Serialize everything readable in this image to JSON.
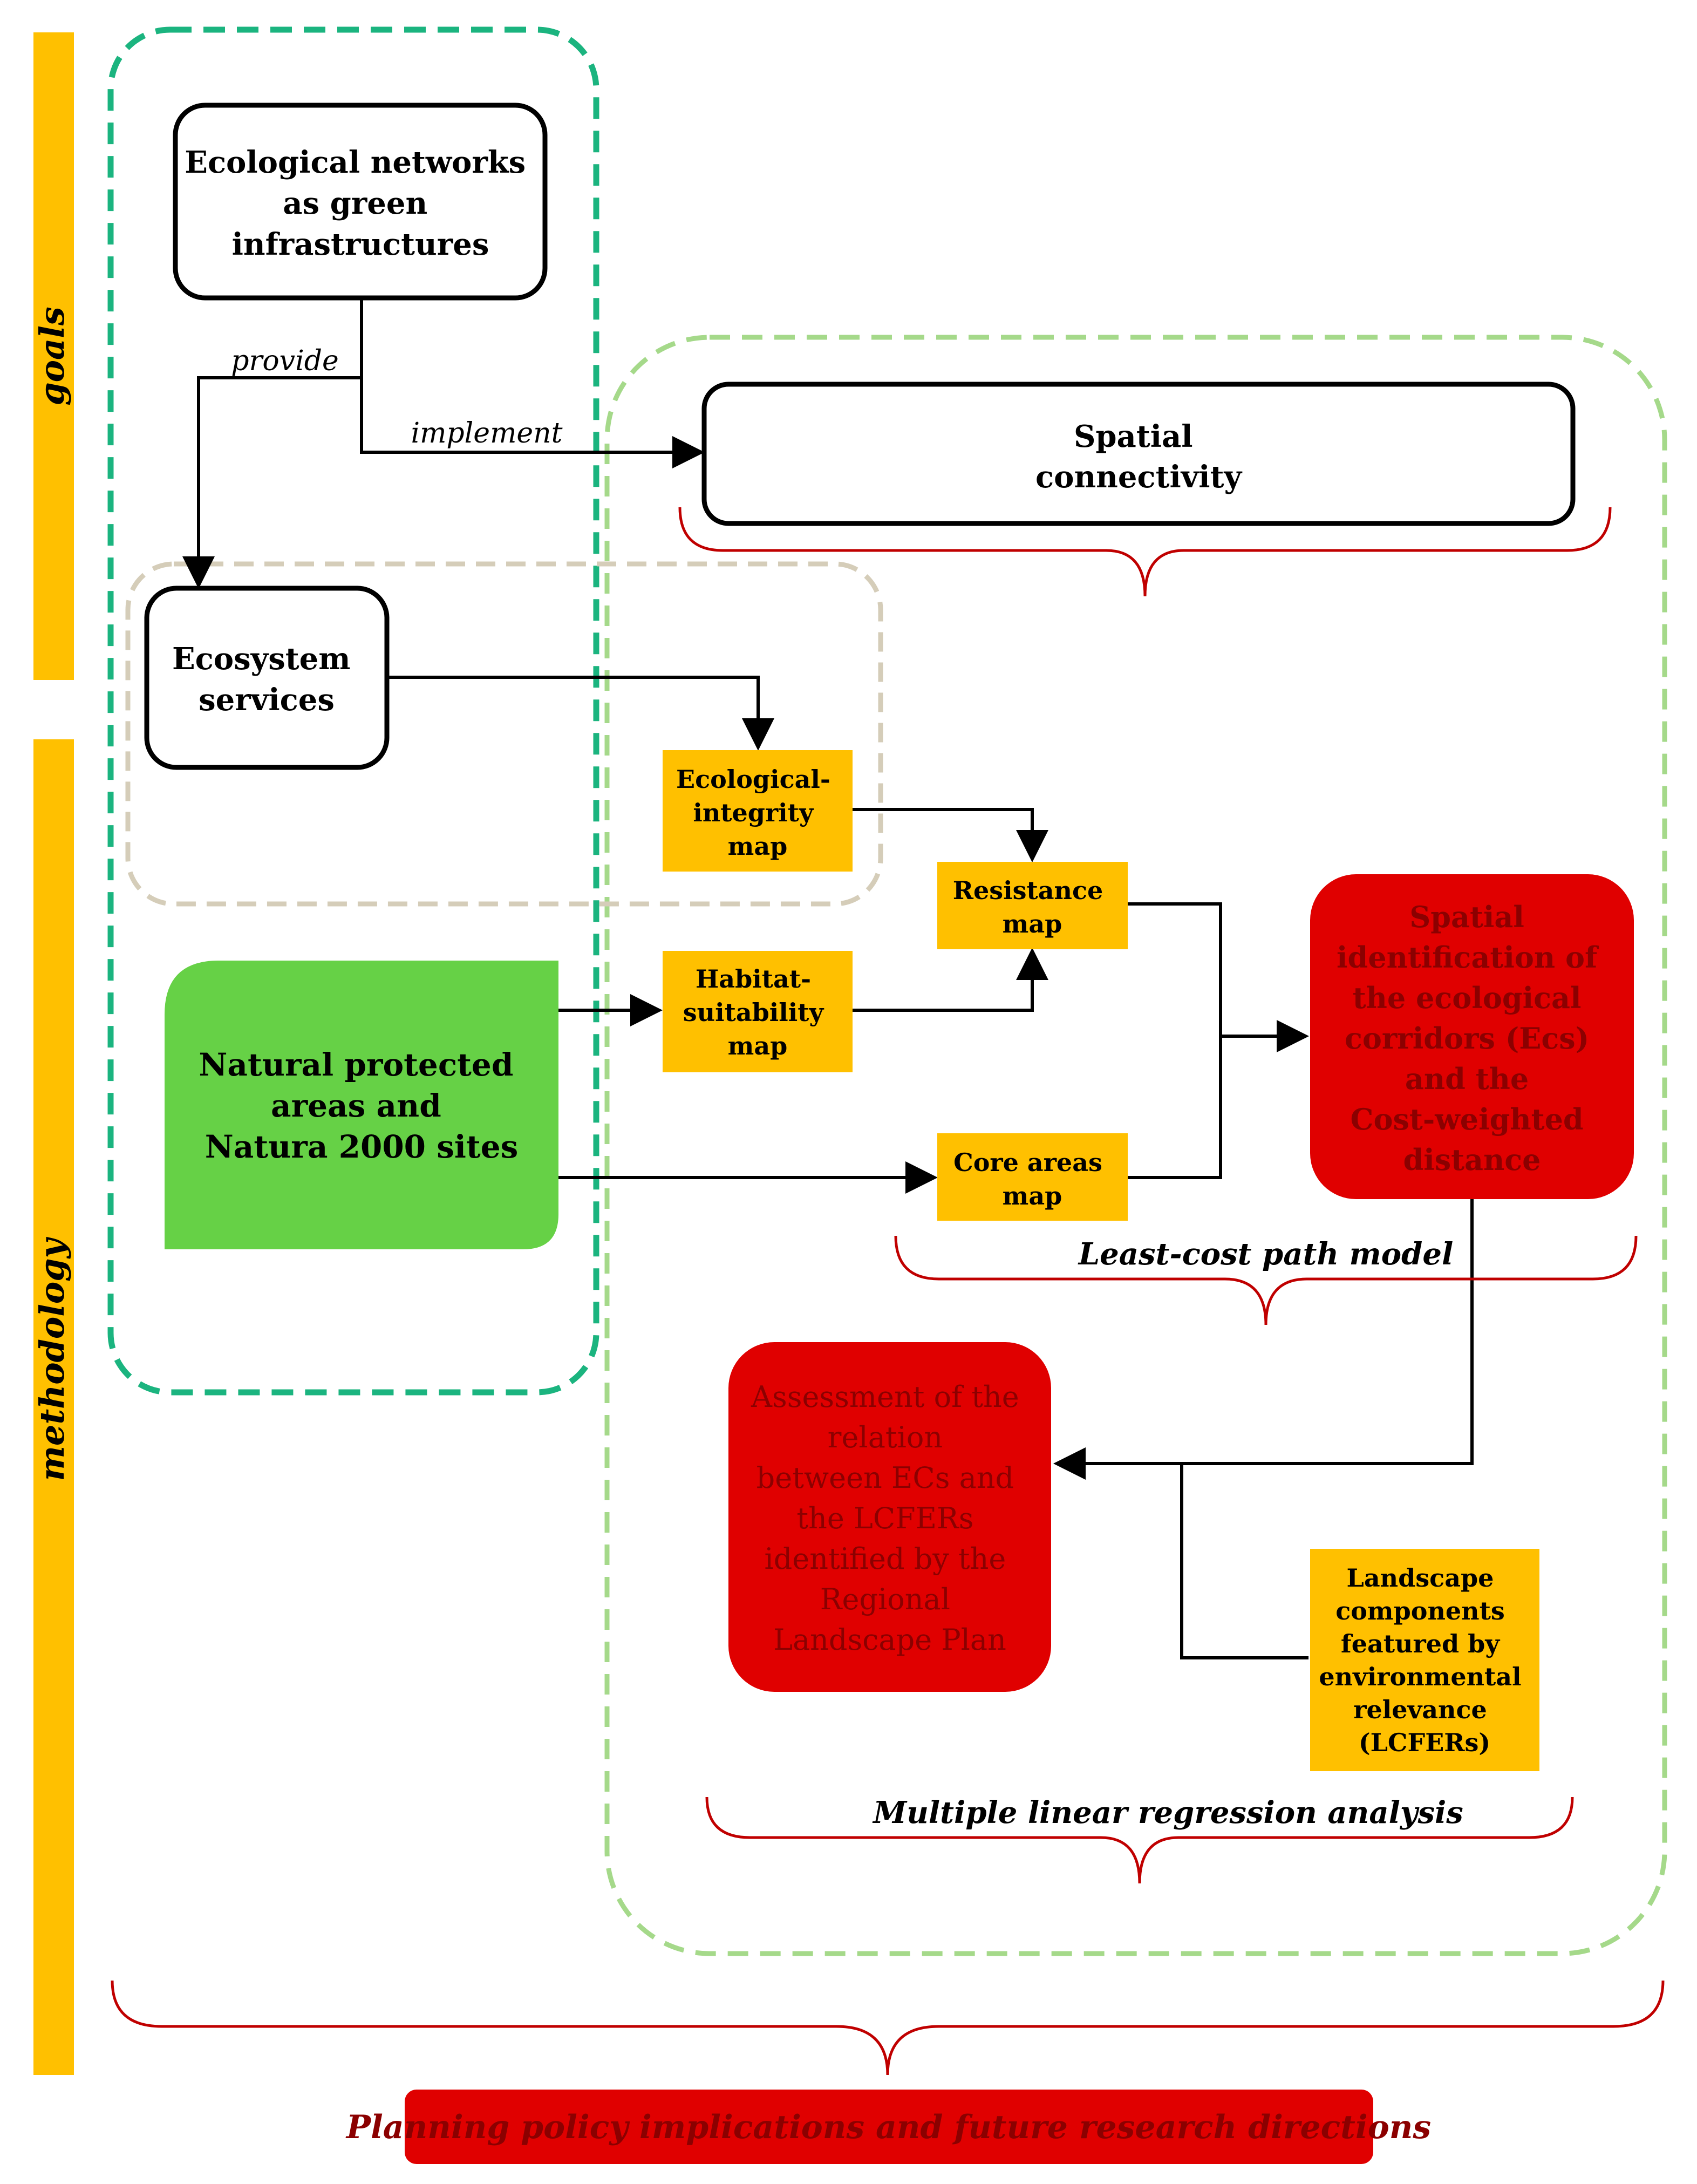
{
  "colors": {
    "yellow": "#FFC000",
    "red": "#E00000",
    "green": "#66D146",
    "teal_dash": "#1BB47F",
    "light_green_dash": "#A5D98A",
    "tan_dash": "#D5CDB9",
    "brace_red": "#C00000",
    "ink": "#000000",
    "dark_red_text": "#8B0000"
  },
  "side_labels": {
    "goals": "goals",
    "methodology": "methodology"
  },
  "nodes": {
    "ecological_networks": [
      "Ecological networks",
      "as green",
      "infrastructures"
    ],
    "spatial_connectivity": [
      "Spatial",
      "connectivity"
    ],
    "ecosystem_services": [
      "Ecosystem",
      "services"
    ],
    "ecological_integrity_map": [
      "Ecological-",
      "integrity",
      "map"
    ],
    "resistance_map": [
      "Resistance",
      "map"
    ],
    "habitat_suitability_map": [
      "Habitat-",
      "suitability",
      "map"
    ],
    "core_areas_map": [
      "Core areas",
      "map"
    ],
    "natural_protected_areas": [
      "Natural protected",
      "areas and",
      "Natura 2000 sites"
    ],
    "spatial_identification": [
      "Spatial",
      "identification of",
      "the ecological",
      "corridors (Ecs)",
      "and the",
      "Cost-weighted",
      "distance"
    ],
    "assessment": [
      "Assessment of the",
      "relation",
      "between ECs and",
      "the LCFERs",
      "identified by the",
      "Regional",
      "Landscape Plan"
    ],
    "landscape_components": [
      "Landscape",
      "components",
      "featured by",
      "environmental",
      "relevance",
      "(LCFERs)"
    ]
  },
  "edge_labels": {
    "provide": "provide",
    "implement": "implement"
  },
  "brace_labels": {
    "least_cost": "Least-cost path model",
    "regression": "Multiple linear regression analysis"
  },
  "footer": "Planning policy implications and future research directions"
}
